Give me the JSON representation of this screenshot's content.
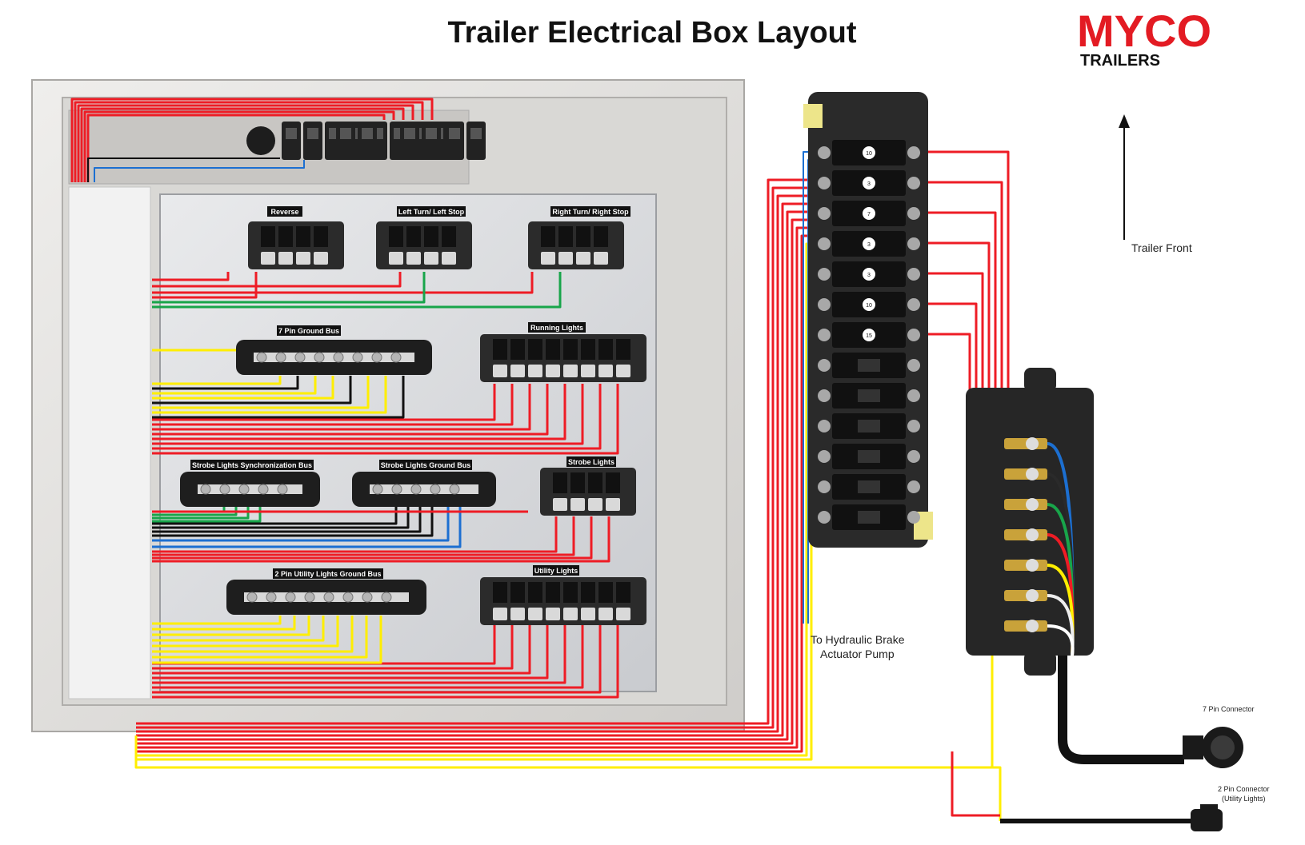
{
  "title": "Trailer Electrical Box Layout",
  "brand": {
    "name": "MYCO",
    "sub": "TRAILERS",
    "color": "#e31b23"
  },
  "panel_labels": {
    "reverse": "Reverse",
    "left_turn": "Left Turn/ Left Stop",
    "right_turn": "Right Turn/ Right Stop",
    "ground_bus_7pin": "7 Pin Ground Bus",
    "running_lights": "Running Lights",
    "strobe_sync_bus": "Strobe Lights Synchronization Bus",
    "strobe_ground_bus": "Strobe Lights Ground Bus",
    "strobe_lights": "Strobe Lights",
    "utility_ground_bus": "2 Pin Utility Lights Ground Bus",
    "utility_lights": "Utility Lights"
  },
  "fuse_numbers": [
    "10",
    "3",
    "7",
    "3",
    "3",
    "10",
    "15"
  ],
  "annotations": {
    "hydraulic_line1": "To Hydraulic Brake",
    "hydraulic_line2": "Actuator Pump",
    "trailer_front": "Trailer Front",
    "connector_7pin": "7 Pin Connector",
    "connector_2pin_line1": "2 Pin Connector",
    "connector_2pin_line2": "(Utility Lights)"
  },
  "wire_colors": {
    "power": "#ee1c25",
    "ground": "#ffee00",
    "black": "#111111",
    "green": "#18a54a",
    "blue": "#1c6fd1"
  }
}
